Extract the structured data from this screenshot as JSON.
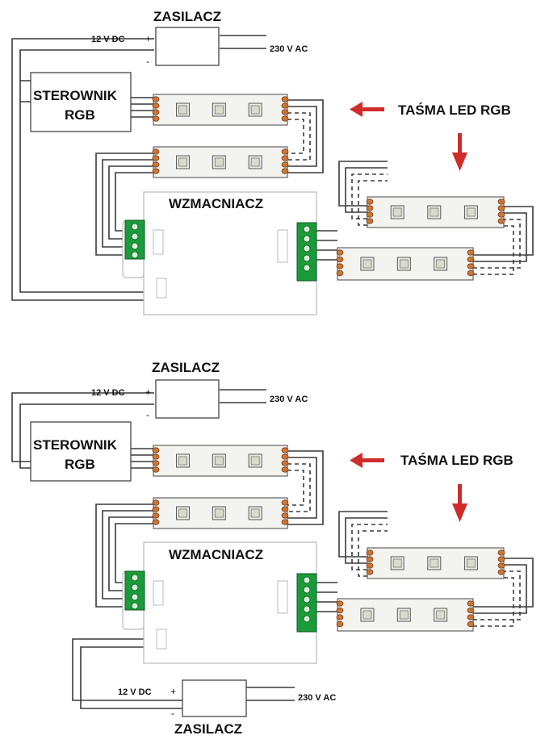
{
  "diagram_top": {
    "psu_title": "ZASILACZ",
    "psu_dc": "12 V DC",
    "psu_plus": "+",
    "psu_minus": "-",
    "psu_ac": "230 V AC",
    "controller_line1": "STEROWNIK",
    "controller_line2": "RGB",
    "amplifier": "WZMACNIACZ",
    "strip_label": "TAŚMA LED RGB"
  },
  "diagram_bottom": {
    "psu_title": "ZASILACZ",
    "psu_dc": "12 V DC",
    "psu_plus": "+",
    "psu_minus": "-",
    "psu_ac": "230 V AC",
    "controller_line1": "STEROWNIK",
    "controller_line2": "RGB",
    "amplifier": "WZMACNIACZ",
    "strip_label": "TAŚMA LED RGB",
    "psu2_title": "ZASILACZ",
    "psu2_dc": "12 V DC",
    "psu2_plus": "+",
    "psu2_minus": "-",
    "psu2_ac": "230 V AC"
  },
  "colors": {
    "arrow": "#cf2d2a",
    "terminal": "#1b9a3a",
    "pad": "#c9773a"
  },
  "icons": [
    "red-arrow-left-icon",
    "red-arrow-down-icon",
    "led-chip-icon",
    "terminal-block-icon"
  ]
}
